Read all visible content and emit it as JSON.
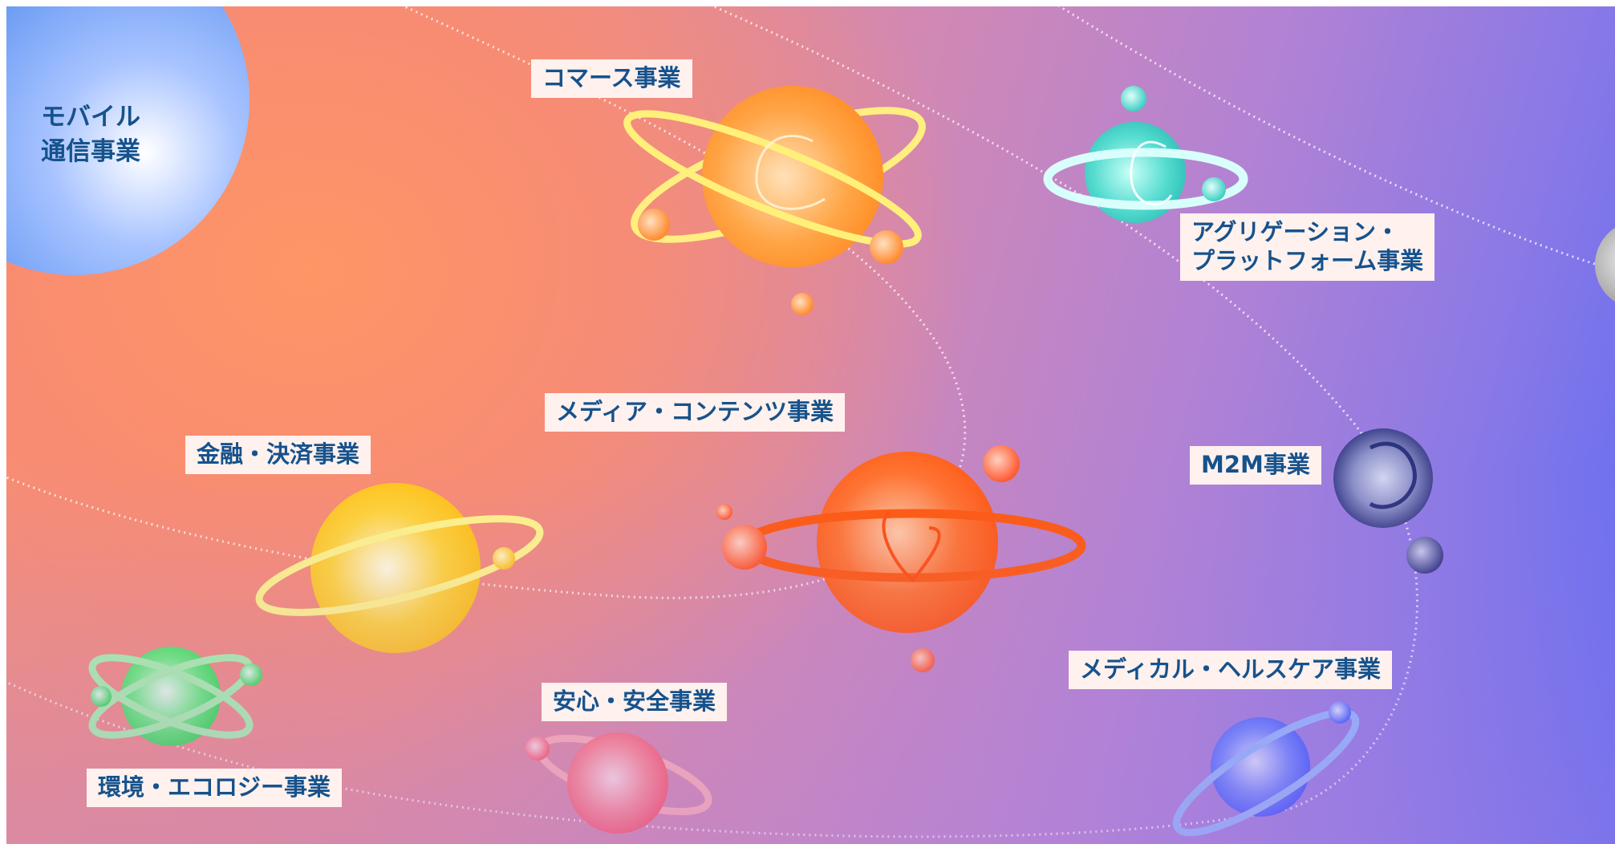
{
  "businesses": {
    "mobile": "モバイル\n通信事業",
    "commerce": "コマース事業",
    "aggregation": "アグリゲーション・\nプラットフォーム事業",
    "media": "メディア・コンテンツ事業",
    "finance": "金融・決済事業",
    "m2m": "M2M事業",
    "medical": "メディカル・ヘルスケア事業",
    "safety": "安心・安全事業",
    "environment": "環境・エコロジー事業"
  },
  "colors": {
    "label_text": "#16528c",
    "label_bg": "#fff1ee",
    "mobile": "#5a8ff0",
    "commerce": "#ff9a30",
    "aggregation": "#3fd6c8",
    "media": "#ff5a1a",
    "finance": "#ffc21a",
    "m2m": "#3a3f8a",
    "medical": "#3a5cff",
    "safety": "#ff5f6a",
    "environment": "#3ee85a"
  }
}
